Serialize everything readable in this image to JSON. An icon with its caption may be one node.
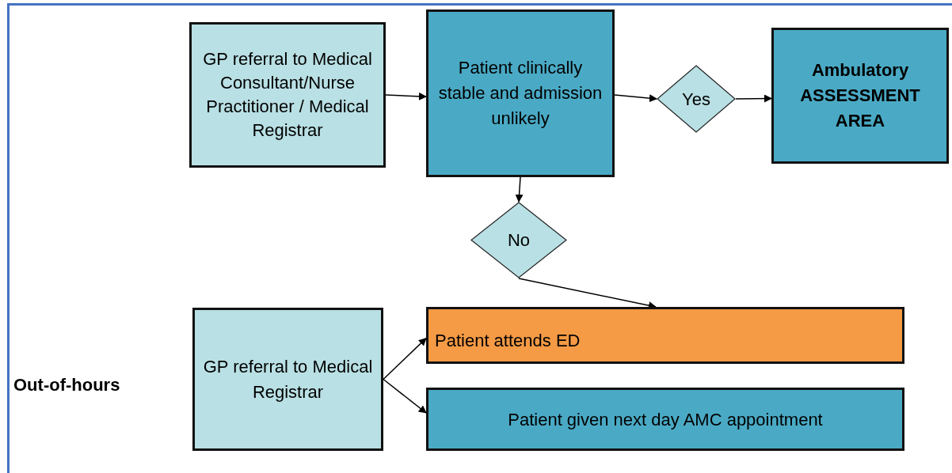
{
  "diagram": {
    "nodes": [
      {
        "text": [
          "GP referral to Medical Consultant/Nurse Practitioner / Medical Registrar"
        ]
      },
      {
        "text": [
          "Patient clinically stable and admission unlikely"
        ]
      },
      {
        "text": [
          "Yes"
        ]
      },
      {
        "text": [
          "Ambulatory ASSESSMENT AREA"
        ]
      },
      {
        "text": [
          "No"
        ]
      },
      {
        "text": [
          "GP referral to Medical Registrar"
        ]
      },
      {
        "text": [
          "Patient attends ED"
        ]
      },
      {
        "text": [
          "Patient given next day AMC appointment"
        ]
      }
    ],
    "edges": [
      {
        "from": 0,
        "to": 1,
        "arrow": "to"
      },
      {
        "from": 1,
        "to": 2,
        "arrow": "to"
      },
      {
        "from": 2,
        "to": 3,
        "arrow": "to"
      },
      {
        "from": 1,
        "to": 4,
        "arrow": "to"
      },
      {
        "from": 4,
        "to": 6,
        "arrow": "to"
      },
      {
        "from": 5,
        "to": 6,
        "arrow": "to"
      },
      {
        "from": 5,
        "to": 7,
        "arrow": "to"
      }
    ],
    "labels": [
      "Out-of-hours"
    ]
  }
}
